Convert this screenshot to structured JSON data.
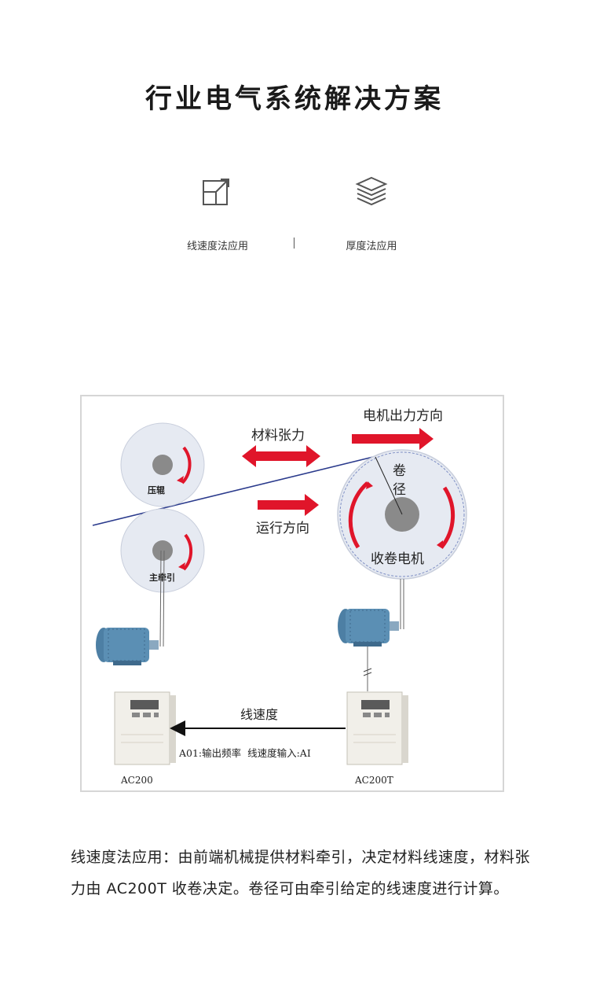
{
  "page": {
    "title": "行业电气系统解决方案"
  },
  "tabs": [
    {
      "label": "线速度法应用",
      "icon": "external-link-icon"
    },
    {
      "label": "厚度法应用",
      "icon": "layers-icon"
    }
  ],
  "diagram": {
    "labels": {
      "motor_direction": "电机出力方向",
      "material_tension": "材料张力",
      "running_direction": "运行方向",
      "pressure_roller": "压辊",
      "main_traction": "主牵引",
      "roll_diameter_1": "卷",
      "roll_diameter_2": "径",
      "winding_motor": "收卷电机",
      "line_speed": "线速度",
      "signal_note": "A01:输出频率  线速度输入:AI",
      "drive_left": "AC200",
      "drive_right": "AC200T"
    },
    "colors": {
      "arrow_red": "#e0152a",
      "web_line": "#2a3a8c",
      "roller_fill": "#e6eaf2",
      "hub_fill": "#8a8a8a",
      "motor_blue": "#5b8fb4"
    }
  },
  "description": "线速度法应用：由前端机械提供材料牵引，决定材料线速度，材料张力由 AC200T 收卷决定。卷径可由牵引给定的线速度进行计算。"
}
